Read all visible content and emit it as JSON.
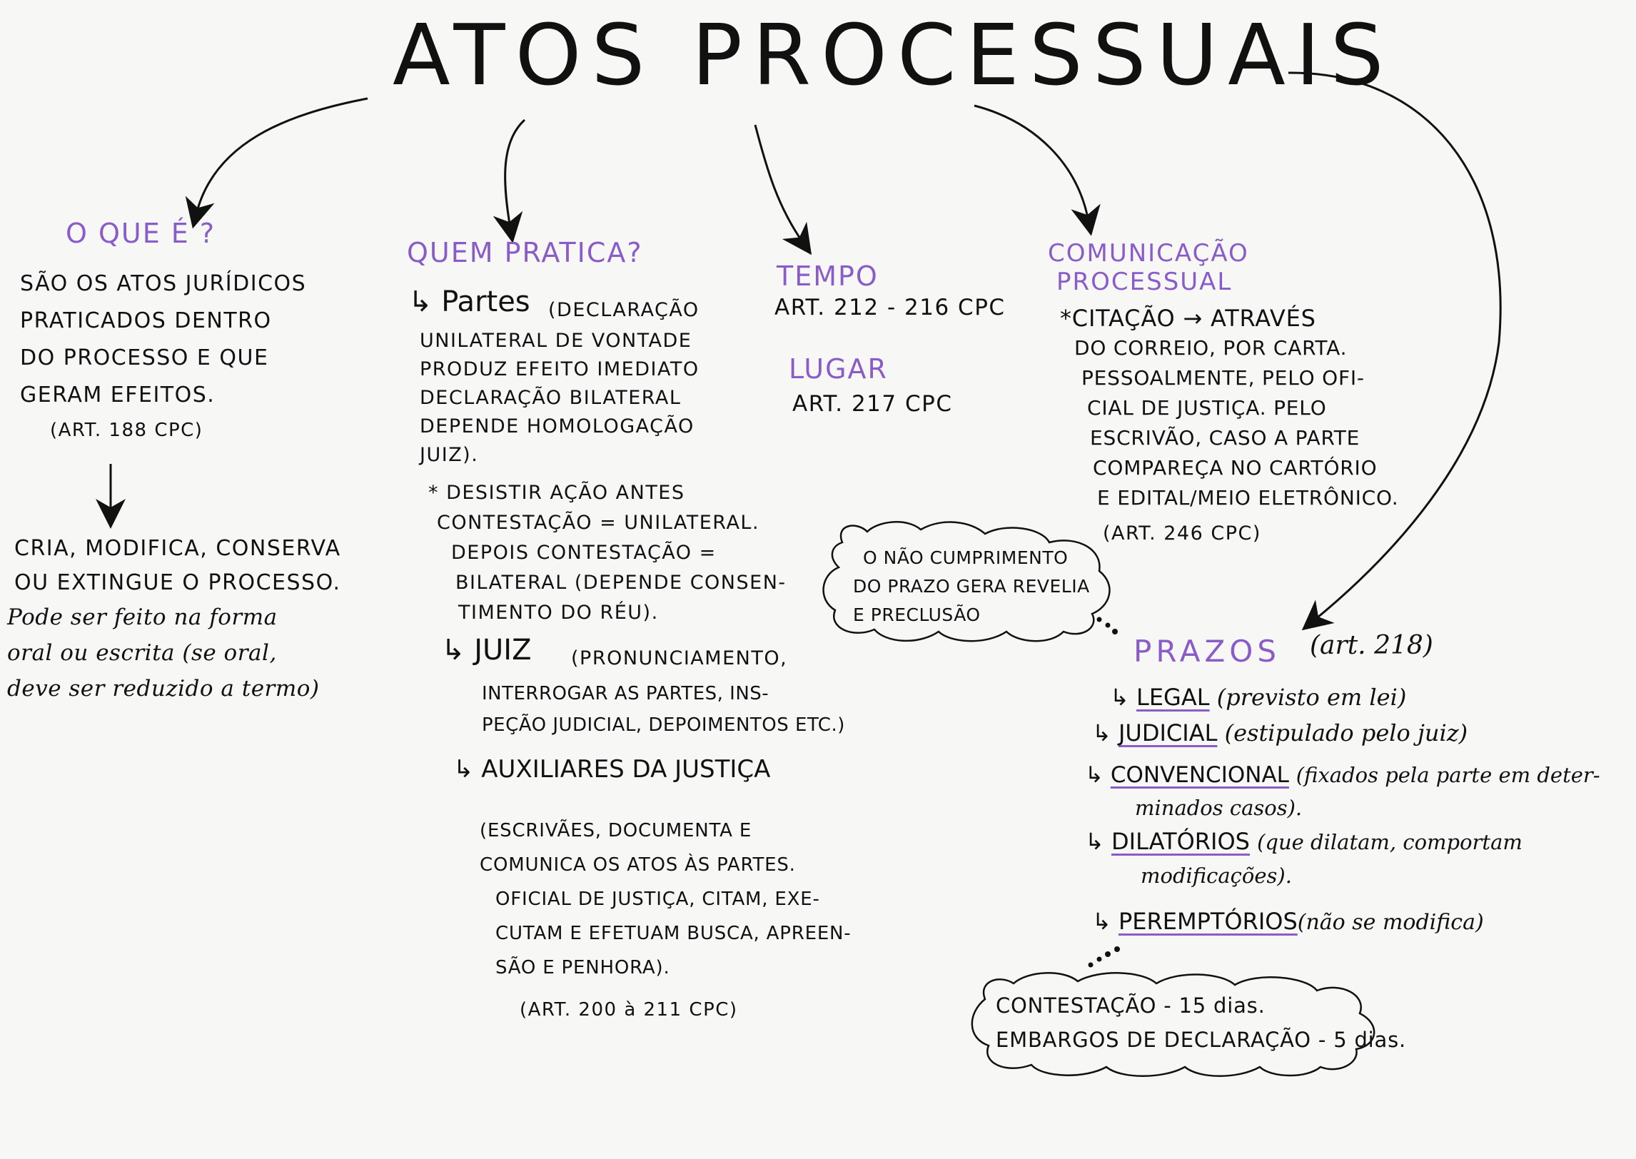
{
  "title": "ATOS PROCESSUAIS",
  "que_e": {
    "heading": "O QUE É ?",
    "lines": [
      "SÃO OS ATOS JURÍDICOS",
      "PRATICADOS DENTRO",
      "DO PROCESSO E QUE",
      "GERAM EFEITOS."
    ],
    "ref": "(ART. 188 CPC)",
    "effects": [
      "CRIA, MODIFICA, CONSERVA",
      "OU EXTINGUE O PROCESSO."
    ],
    "form": [
      "Pode ser feito na forma",
      "oral ou escrita (se oral,",
      "deve ser reduzido a termo)"
    ]
  },
  "quem_pratica": {
    "heading": "QUEM PRATICA?",
    "partes_label": "↳ Partes",
    "partes_lines": [
      "(DECLARAÇÃO",
      "UNILATERAL DE VONTADE",
      "PRODUZ EFEITO IMEDIATO",
      "DECLARAÇÃO BILATERAL",
      "DEPENDE HOMOLOGAÇÃO",
      "JUIZ)."
    ],
    "desistir_lines": [
      "* DESISTIR AÇÃO ANTES",
      "CONTESTAÇÃO = UNILATERAL.",
      "DEPOIS CONTESTAÇÃO =",
      "BILATERAL (DEPENDE CONSEN-",
      "TIMENTO DO RÉU)."
    ],
    "juiz_label": "↳ JUIZ",
    "juiz_lines": [
      "(PRONUNCIAMENTO,",
      "INTERROGAR AS PARTES, INS-",
      "PEÇÃO JUDICIAL, DEPOIMENTOS ETC.)"
    ],
    "aux_label": "↳ AUXILIARES DA JUSTIÇA",
    "aux_lines": [
      "(ESCRIVÃES, DOCUMENTA E",
      "COMUNICA OS ATOS ÀS PARTES.",
      "OFICIAL DE JUSTIÇA, CITAM, EXE-",
      "CUTAM E EFETUAM BUSCA, APREEN-",
      "SÃO E PENHORA)."
    ],
    "ref": "(ART. 200 à 211 CPC)"
  },
  "tempo": {
    "heading": "TEMPO",
    "ref": "ART. 212 - 216 CPC",
    "lugar_heading": "LUGAR",
    "lugar_ref": "ART. 217 CPC"
  },
  "comunicacao": {
    "heading_1": "COMUNICAÇÃO",
    "heading_2": "PROCESSUAL",
    "lines": [
      "*CITAÇÃO → ATRAVÉS",
      "DO CORREIO, POR CARTA.",
      "PESSOALMENTE, PELO OFI-",
      "CIAL DE JUSTIÇA. PELO",
      "ESCRIVÃO, CASO A PARTE",
      "COMPAREÇA NO CARTÓRIO",
      "E EDITAL/MEIO ELETRÔNICO."
    ],
    "ref": "(ART. 246 CPC)"
  },
  "bubble_revelia": {
    "lines": [
      "O NÃO CUMPRIMENTO",
      "DO PRAZO GERA REVELIA",
      "E PRECLUSÃO"
    ]
  },
  "prazos": {
    "heading": "PRAZOS",
    "ref": "(art. 218)",
    "items": [
      {
        "name": "LEGAL",
        "desc": "(previsto em lei)"
      },
      {
        "name": "JUDICIAL",
        "desc": "(estipulado pelo juiz)"
      },
      {
        "name": "CONVENCIONAL",
        "desc": "(fixados pela parte em deter-",
        "desc2": "minados casos)."
      },
      {
        "name": "DILATÓRIOS",
        "desc": "(que dilatam, comportam",
        "desc2": "modificações)."
      },
      {
        "name": "PEREMPTÓRIOS",
        "desc": "(não se modifica)"
      }
    ]
  },
  "bubble_prazos": {
    "lines": [
      "CONTESTAÇÃO - 15 dias.",
      "EMBARGOS DE DECLARAÇÃO - 5 dias."
    ]
  },
  "colors": {
    "accent": "#8a5cc8",
    "ink": "#111111"
  }
}
